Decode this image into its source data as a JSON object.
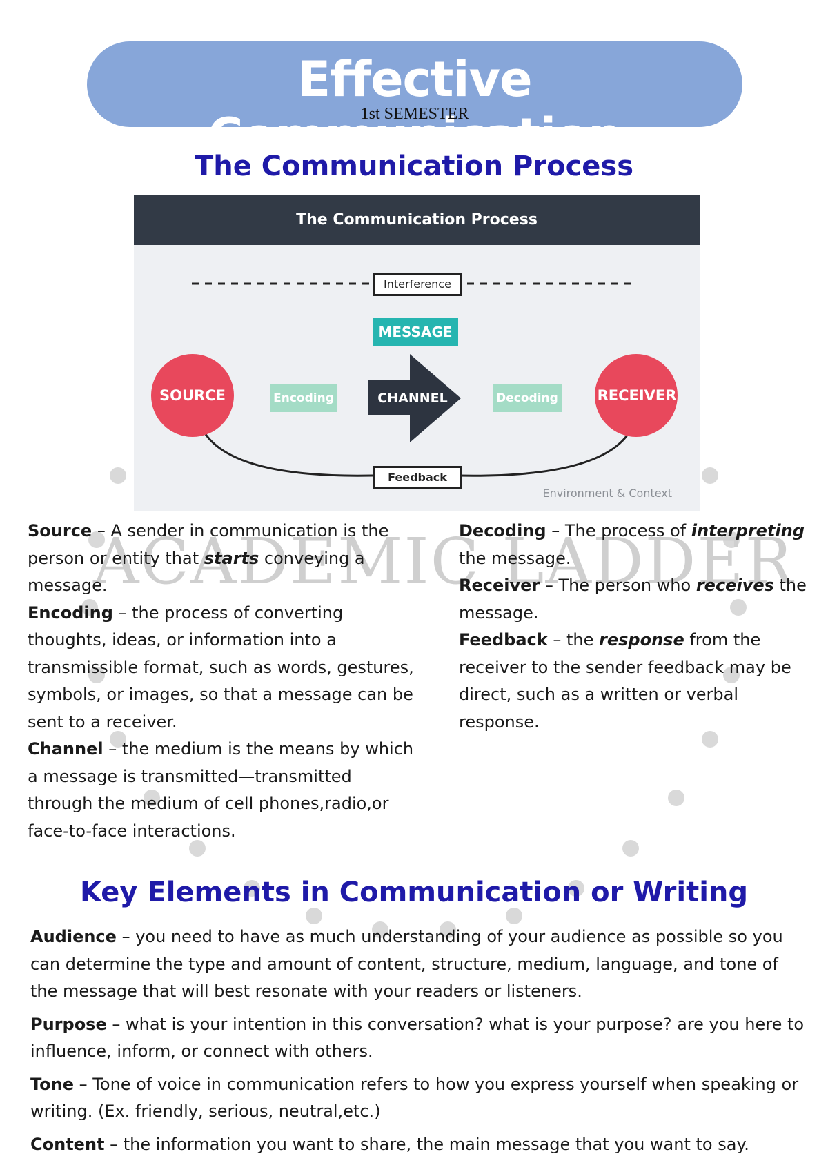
{
  "header": {
    "title": "Effective Communication",
    "subtitle": "1st SEMESTER"
  },
  "process": {
    "title": "The Communication Process",
    "diagram": {
      "header": "The Communication Process",
      "interference": "Interference",
      "message": "MESSAGE",
      "source": "SOURCE",
      "encoding": "Encoding",
      "channel": "CHANNEL",
      "decoding": "Decoding",
      "receiver": "RECEIVER",
      "feedback": "Feedback",
      "environment": "Environment & Context",
      "colors": {
        "circle": "#e8485c",
        "message": "#26b5b0",
        "codec": "#a4dcc6",
        "header": "#323a46"
      }
    }
  },
  "watermark": "ACADEMIC LADDER",
  "definitions": {
    "source": {
      "term": "Source",
      "pre": " – A sender in communication is the person or entity that ",
      "emph": "starts",
      "post": " conveying a message."
    },
    "encoding": {
      "term": "Encoding",
      "text": " – the process of converting thoughts, ideas, or information into a transmissible format, such as words, gestures, symbols, or images, so that a message can be sent to a receiver."
    },
    "channel": {
      "term": "Channel",
      "text": " – the medium is the means by which a message is transmitted—transmitted through the medium of cell phones,radio,or face-to-face interactions."
    },
    "decoding": {
      "term": "Decoding",
      "pre": " – The process of ",
      "emph": "interpreting",
      "post": " the message."
    },
    "receiver": {
      "term": "Receiver",
      "pre": " – The person who ",
      "emph": "receives",
      "post": " the message."
    },
    "feedback": {
      "term": "Feedback",
      "pre": " – the ",
      "emph": "response",
      "post": " from the receiver to the sender feedback may be direct, such as a written or verbal response."
    }
  },
  "key_elements": {
    "title": "Key Elements in Communication or Writing",
    "items": [
      {
        "term": "Audience",
        "text": " – you need to have as much understanding of your audience as possible so you can determine the type and amount of content, structure, medium, language, and tone of the message that will best resonate with your readers or listeners."
      },
      {
        "term": "Purpose",
        "text": " – what is your intention in this conversation? what is your purpose? are you here to influence, inform, or connect with others."
      },
      {
        "term": "Tone",
        "text": " – Tone of voice in communication refers to how you express yourself when speaking or writing. (Ex. friendly, serious, neutral,etc.)"
      },
      {
        "term": "Content",
        "text": " – the information you want to share, the main message that you want to say."
      }
    ]
  }
}
